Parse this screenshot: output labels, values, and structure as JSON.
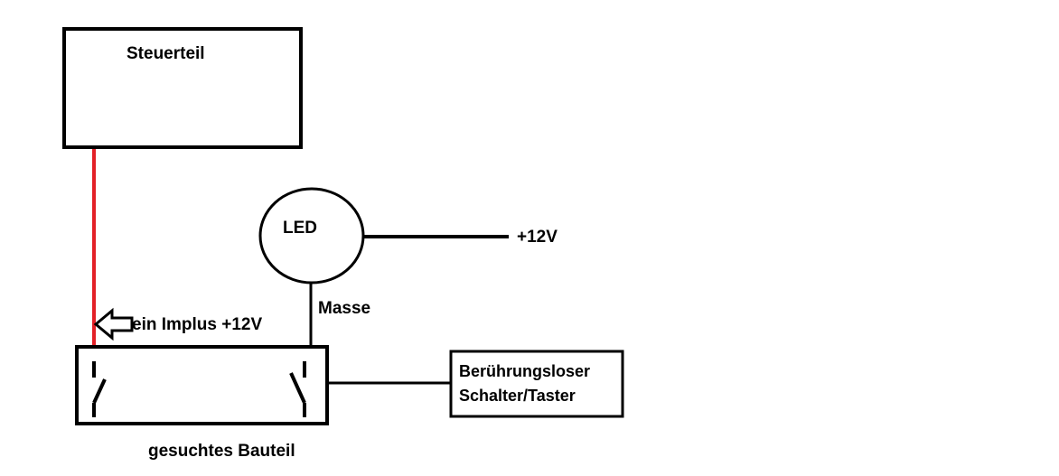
{
  "labels": {
    "controller": "Steuerteil",
    "led": "LED",
    "supply": "+12V",
    "ground": "Masse",
    "pulse": "ein Implus +12V",
    "touch_switch_line1": "Berührungsloser",
    "touch_switch_line2": "Schalter/Taster",
    "part_caption": "gesuchtes Bauteil"
  },
  "colors": {
    "stroke": "#000000",
    "signal_wire": "#e32027",
    "background": "#ffffff"
  }
}
